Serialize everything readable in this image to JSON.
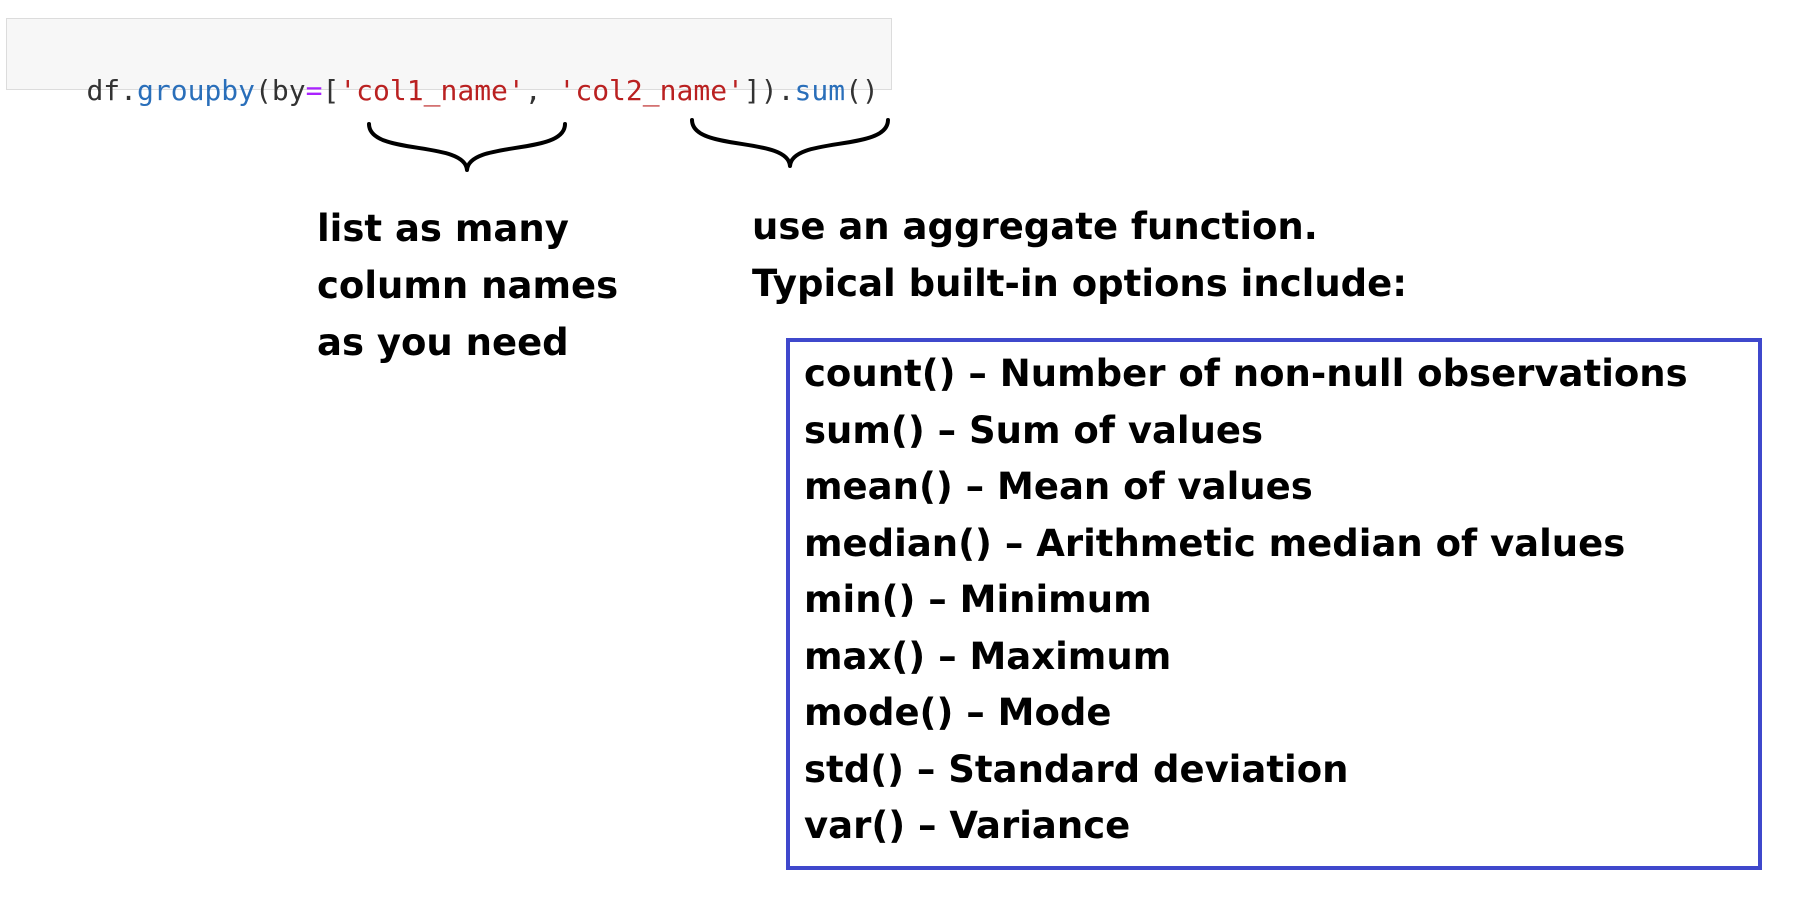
{
  "code": {
    "tokens": [
      {
        "text": "df.",
        "kind": "plain"
      },
      {
        "text": "groupby",
        "kind": "func"
      },
      {
        "text": "(by",
        "kind": "plain"
      },
      {
        "text": "=",
        "kind": "eq"
      },
      {
        "text": "[",
        "kind": "plain"
      },
      {
        "text": "'col1_name'",
        "kind": "str"
      },
      {
        "text": ", ",
        "kind": "plain"
      },
      {
        "text": "'col2_name'",
        "kind": "str"
      },
      {
        "text": "]).",
        "kind": "plain"
      },
      {
        "text": "sum",
        "kind": "func"
      },
      {
        "text": "()",
        "kind": "plain"
      }
    ]
  },
  "annotations": {
    "columns_note": [
      "list as many",
      "column names",
      "as you need"
    ],
    "aggregate_note": [
      "use an aggregate function.",
      "Typical built-in options include:"
    ]
  },
  "options": [
    "count() – Number of non-null observations",
    "sum() – Sum of values",
    "mean() – Mean of values",
    "median() – Arithmetic median of values",
    "min() – Minimum",
    "max() – Maximum",
    "mode() – Mode",
    "std() – Standard deviation",
    "var() – Variance"
  ],
  "colors": {
    "function": "#2a6fba",
    "string": "#ba2121",
    "operator": "#aa22ff",
    "box_border": "#3f48cc"
  }
}
